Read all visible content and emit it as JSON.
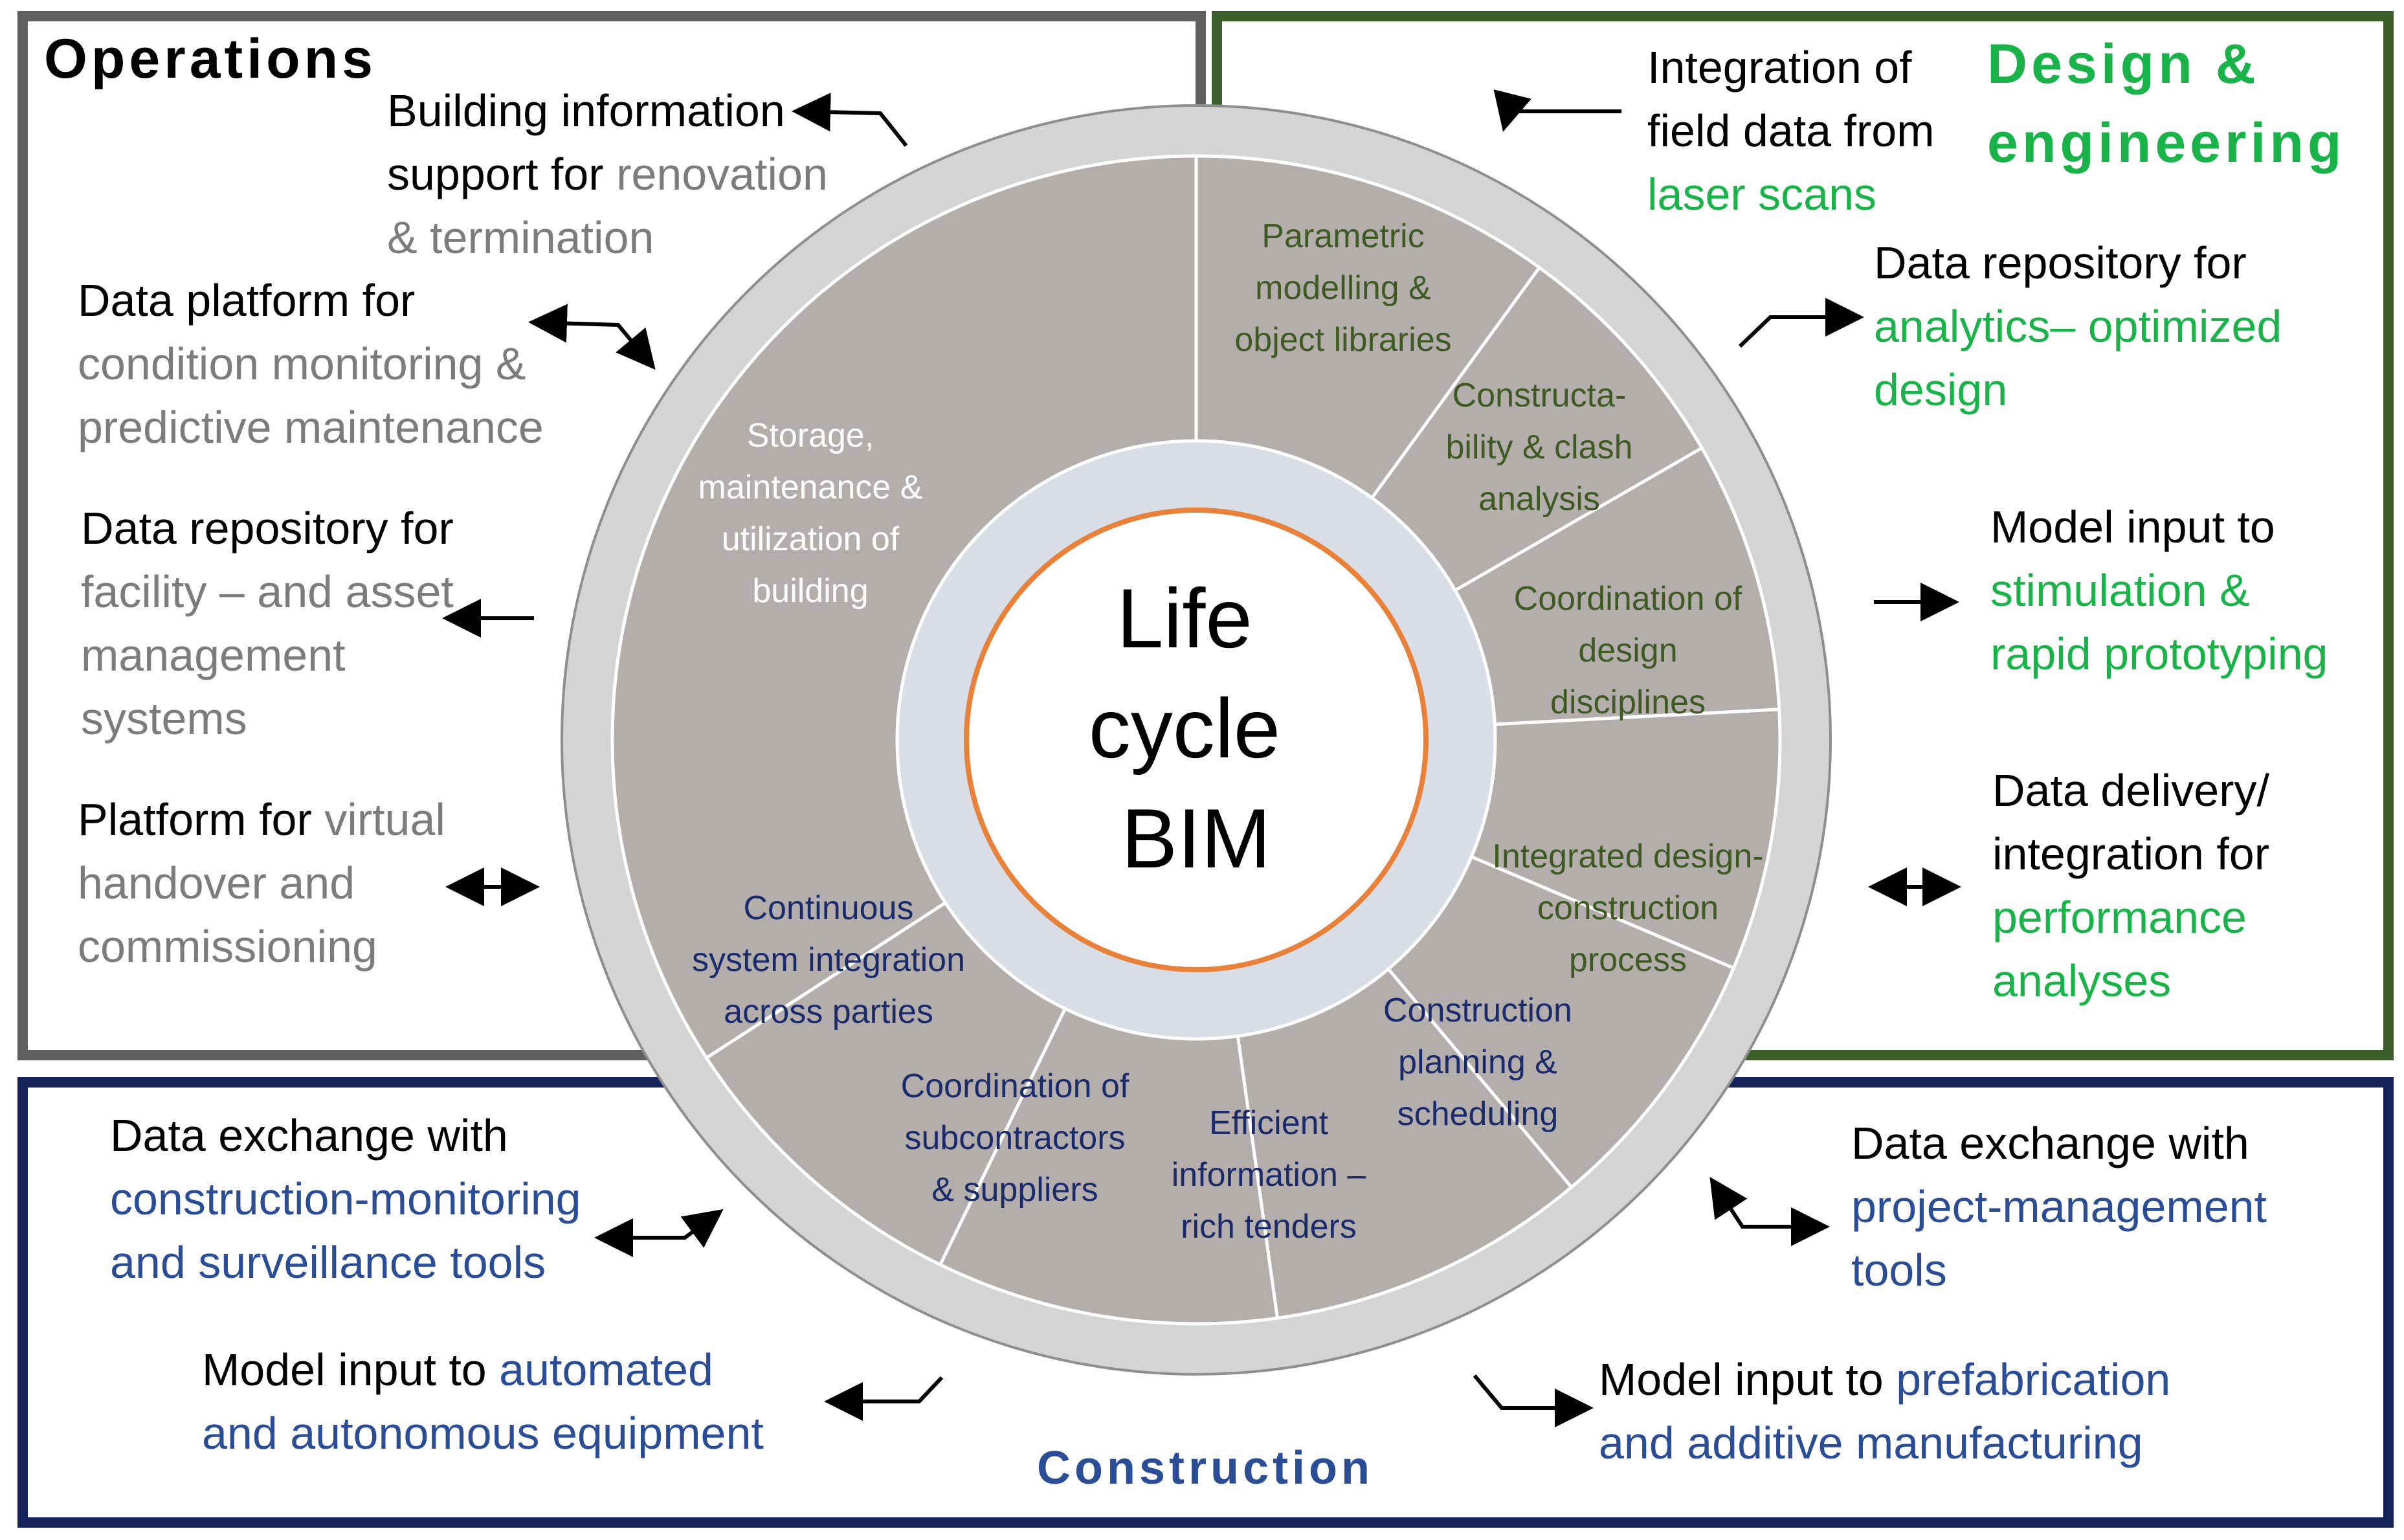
{
  "colors": {
    "operations_frame": "#5f5f5f",
    "design_frame": "#3b5e2b",
    "construction_frame": "#14245a",
    "outer_ring": "#d4d4d4",
    "segment_fill": "#b3aeab",
    "inner_ring": "#d9dde6",
    "center_ring": "#e8823a",
    "text_black": "#000000",
    "text_gray": "#7c7c7c",
    "text_green": "#1ab34a",
    "text_dark_green": "#3e5a22",
    "text_blue": "#2a4d96",
    "text_navy": "#1b2a6b",
    "seg_white": "#ffffff"
  },
  "titles": {
    "operations": "Operations",
    "design_line1": "Design &",
    "design_line2": "engineering",
    "construction": "Construction"
  },
  "center": {
    "line1": "Life",
    "line2": "cycle",
    "line3": "BIM"
  },
  "segments": [
    {
      "id": "storage",
      "lines": [
        "Storage,",
        "maintenance &",
        "utilization of",
        "building"
      ]
    },
    {
      "id": "parametric",
      "lines": [
        "Parametric",
        "modelling &",
        "object libraries"
      ]
    },
    {
      "id": "constructability",
      "lines": [
        "Constructa-",
        "bility & clash",
        "analysis"
      ]
    },
    {
      "id": "coordination-design",
      "lines": [
        "Coordination of",
        "design",
        "disciplines"
      ]
    },
    {
      "id": "integrated",
      "lines": [
        "Integrated design-",
        "construction",
        "process"
      ]
    },
    {
      "id": "planning",
      "lines": [
        "Construction",
        "planning &",
        "scheduling"
      ]
    },
    {
      "id": "tenders",
      "lines": [
        "Efficient",
        "information –",
        "rich tenders"
      ]
    },
    {
      "id": "subcontractors",
      "lines": [
        "Coordination of",
        "subcontractors",
        "& suppliers"
      ]
    },
    {
      "id": "continuous",
      "lines": [
        "Continuous",
        "system integration",
        "across parties"
      ]
    }
  ],
  "annotations": {
    "ops_building_info": [
      [
        {
          "t": "Building information",
          "c": "black"
        }
      ],
      [
        {
          "t": "support for ",
          "c": "black"
        },
        {
          "t": "renovation",
          "c": "gray"
        }
      ],
      [
        {
          "t": "& termination",
          "c": "gray"
        }
      ]
    ],
    "ops_data_platform": [
      [
        {
          "t": "Data platform for",
          "c": "black"
        }
      ],
      [
        {
          "t": "condition monitoring &",
          "c": "gray"
        }
      ],
      [
        {
          "t": "predictive maintenance",
          "c": "gray"
        }
      ]
    ],
    "ops_data_repository": [
      [
        {
          "t": "Data repository for",
          "c": "black"
        }
      ],
      [
        {
          "t": "facility – and asset",
          "c": "gray"
        }
      ],
      [
        {
          "t": "management",
          "c": "gray"
        }
      ],
      [
        {
          "t": "systems",
          "c": "gray"
        }
      ]
    ],
    "ops_platform_virtual": [
      [
        {
          "t": "Platform for ",
          "c": "black"
        },
        {
          "t": "virtual",
          "c": "gray"
        }
      ],
      [
        {
          "t": "handover and",
          "c": "gray"
        }
      ],
      [
        {
          "t": "commissioning",
          "c": "gray"
        }
      ]
    ],
    "des_integration": [
      [
        {
          "t": "Integration of",
          "c": "black"
        }
      ],
      [
        {
          "t": "field data from",
          "c": "black"
        }
      ],
      [
        {
          "t": "laser scans",
          "c": "green"
        }
      ]
    ],
    "des_data_repository": [
      [
        {
          "t": "Data repository for",
          "c": "black"
        }
      ],
      [
        {
          "t": "analytics– optimized",
          "c": "green"
        }
      ],
      [
        {
          "t": "design",
          "c": "green"
        }
      ]
    ],
    "des_model_input": [
      [
        {
          "t": "Model input to",
          "c": "black"
        }
      ],
      [
        {
          "t": "stimulation &",
          "c": "green"
        }
      ],
      [
        {
          "t": "rapid prototyping",
          "c": "green"
        }
      ]
    ],
    "des_data_delivery": [
      [
        {
          "t": "Data delivery/",
          "c": "black"
        }
      ],
      [
        {
          "t": "integration for",
          "c": "black"
        }
      ],
      [
        {
          "t": "performance",
          "c": "green"
        }
      ],
      [
        {
          "t": "analyses",
          "c": "green"
        }
      ]
    ],
    "con_exchange_monitoring": [
      [
        {
          "t": "Data exchange with",
          "c": "black"
        }
      ],
      [
        {
          "t": "construction-monitoring",
          "c": "blue"
        }
      ],
      [
        {
          "t": "and surveillance tools",
          "c": "blue"
        }
      ]
    ],
    "con_exchange_pm": [
      [
        {
          "t": "Data exchange with",
          "c": "black"
        }
      ],
      [
        {
          "t": "project-management",
          "c": "blue"
        }
      ],
      [
        {
          "t": "tools",
          "c": "blue"
        }
      ]
    ],
    "con_model_automated": [
      [
        {
          "t": "Model input to ",
          "c": "black"
        },
        {
          "t": "automated",
          "c": "blue"
        }
      ],
      [
        {
          "t": "and autonomous equipment",
          "c": "blue"
        }
      ]
    ],
    "con_model_prefab": [
      [
        {
          "t": "Model input to ",
          "c": "black"
        },
        {
          "t": "prefabrication",
          "c": "blue"
        }
      ],
      [
        {
          "t": "and additive manufacturing",
          "c": "blue"
        }
      ]
    ]
  }
}
